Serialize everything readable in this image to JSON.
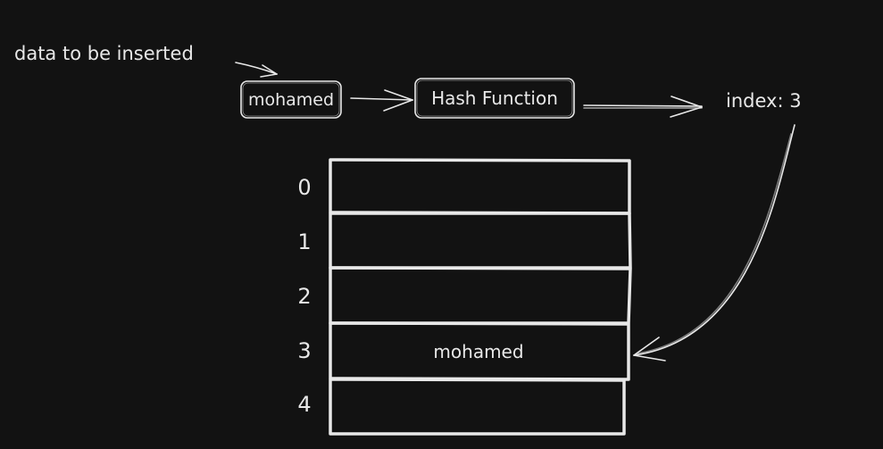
{
  "caption": "data to be inserted",
  "input_key": "mohamed",
  "hash_box": "Hash Function",
  "result": "index: 3",
  "table": {
    "rows": [
      {
        "index": "0",
        "value": ""
      },
      {
        "index": "1",
        "value": ""
      },
      {
        "index": "2",
        "value": ""
      },
      {
        "index": "3",
        "value": "mohamed"
      },
      {
        "index": "4",
        "value": ""
      }
    ]
  },
  "colors": {
    "background": "#121212",
    "stroke": "#e8e8e8"
  }
}
